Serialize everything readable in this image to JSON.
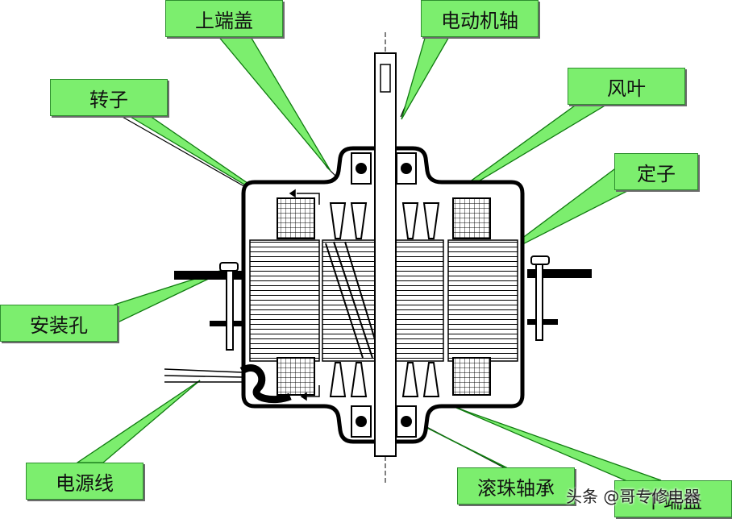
{
  "labels": {
    "upper_cover": "上端盖",
    "motor_shaft": "电动机轴",
    "rotor": "转子",
    "fan_blade": "风叶",
    "stator": "定子",
    "mounting_hole": "安装孔",
    "power_cord": "电源线",
    "ball_bearing": "滚珠轴承",
    "lower_cover": "下端盖"
  },
  "watermark": "头条 @哥专修电器",
  "colors": {
    "label_fill": "#7cee6e",
    "label_border": "#2f8f2f",
    "line": "#000000",
    "background": "#ffffff"
  }
}
